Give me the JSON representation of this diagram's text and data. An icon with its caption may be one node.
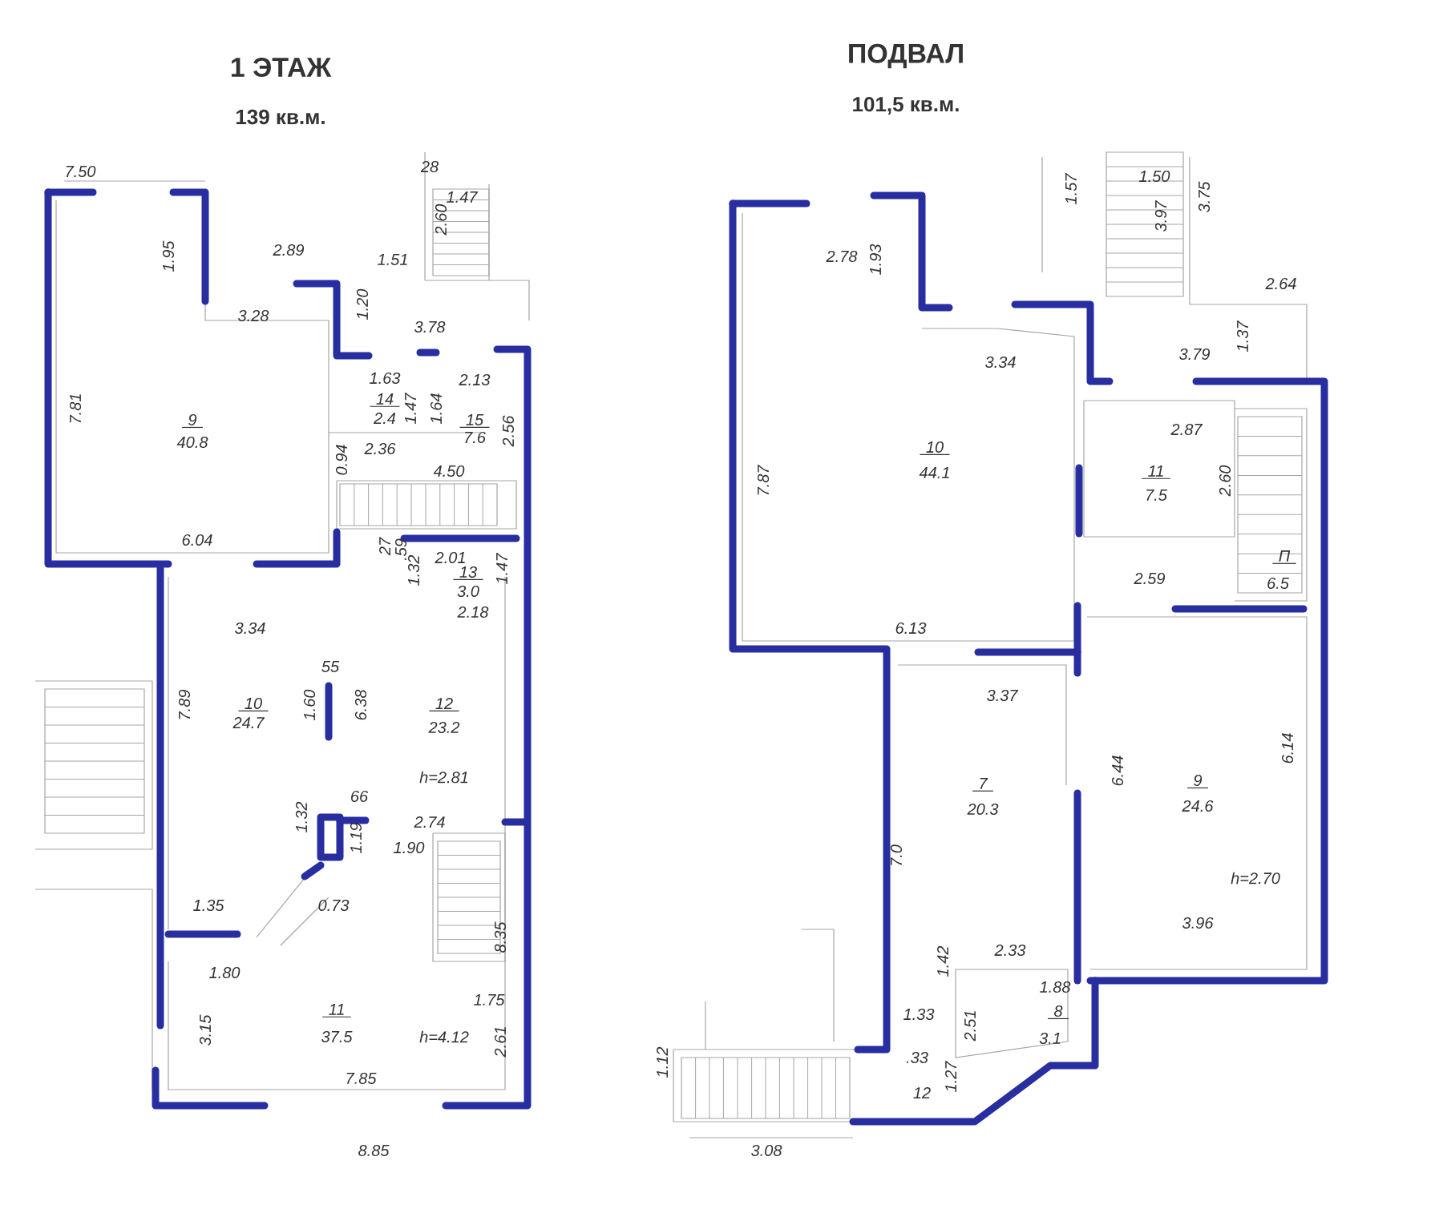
{
  "diagram": {
    "labels": [
      "1 ЭТАЖ",
      "139 кв.м.",
      "ПОДВАЛ",
      "101,5 кв.м.",
      "7.50",
      "28",
      "1.47",
      "2.60",
      "1.95",
      "2.89",
      "1.51",
      "3.28",
      "1.20",
      "3.78",
      "7.81",
      "1.63",
      "2.13",
      "14",
      "2.4",
      "1.47",
      "1.64",
      "15",
      "7.6",
      "2.56",
      "9",
      "40.8",
      "2.36",
      "0.94",
      "4.50",
      "6.04",
      "27",
      ".59",
      "1.32",
      "2.01",
      "13",
      "3.0",
      "1.47",
      "2.18",
      "3.34",
      "55",
      "10",
      "24.7",
      "1.60",
      "6.38",
      "12",
      "23.2",
      "7.89",
      "h=2.81",
      "66",
      "1.32",
      "2.74",
      "1.19",
      "1.90",
      "1.35",
      "0.73",
      "8.35",
      "1.80",
      "1.75",
      "11",
      "37.5",
      "h=4.12",
      "3.15",
      "2.61",
      "7.85",
      "8.85",
      "1.57",
      "1.50",
      "3.97",
      "3.75",
      "2.78",
      "1.93",
      "2.64",
      "1.37",
      "3.34",
      "3.79",
      "2.87",
      "2.60",
      "11",
      "7.5",
      "10",
      "44.1",
      "7.87",
      "2.59",
      "П",
      "6.5",
      "6.13",
      "3.37",
      "7",
      "20.3",
      "6.44",
      "9",
      "24.6",
      "6.14",
      "7.0",
      "h=2.70",
      "3.96",
      "2.33",
      "1.42",
      "1.88",
      "8",
      "3.1",
      "1.33",
      "2.51",
      ".33",
      "1.27",
      "12",
      "1.12",
      "3.08"
    ]
  }
}
